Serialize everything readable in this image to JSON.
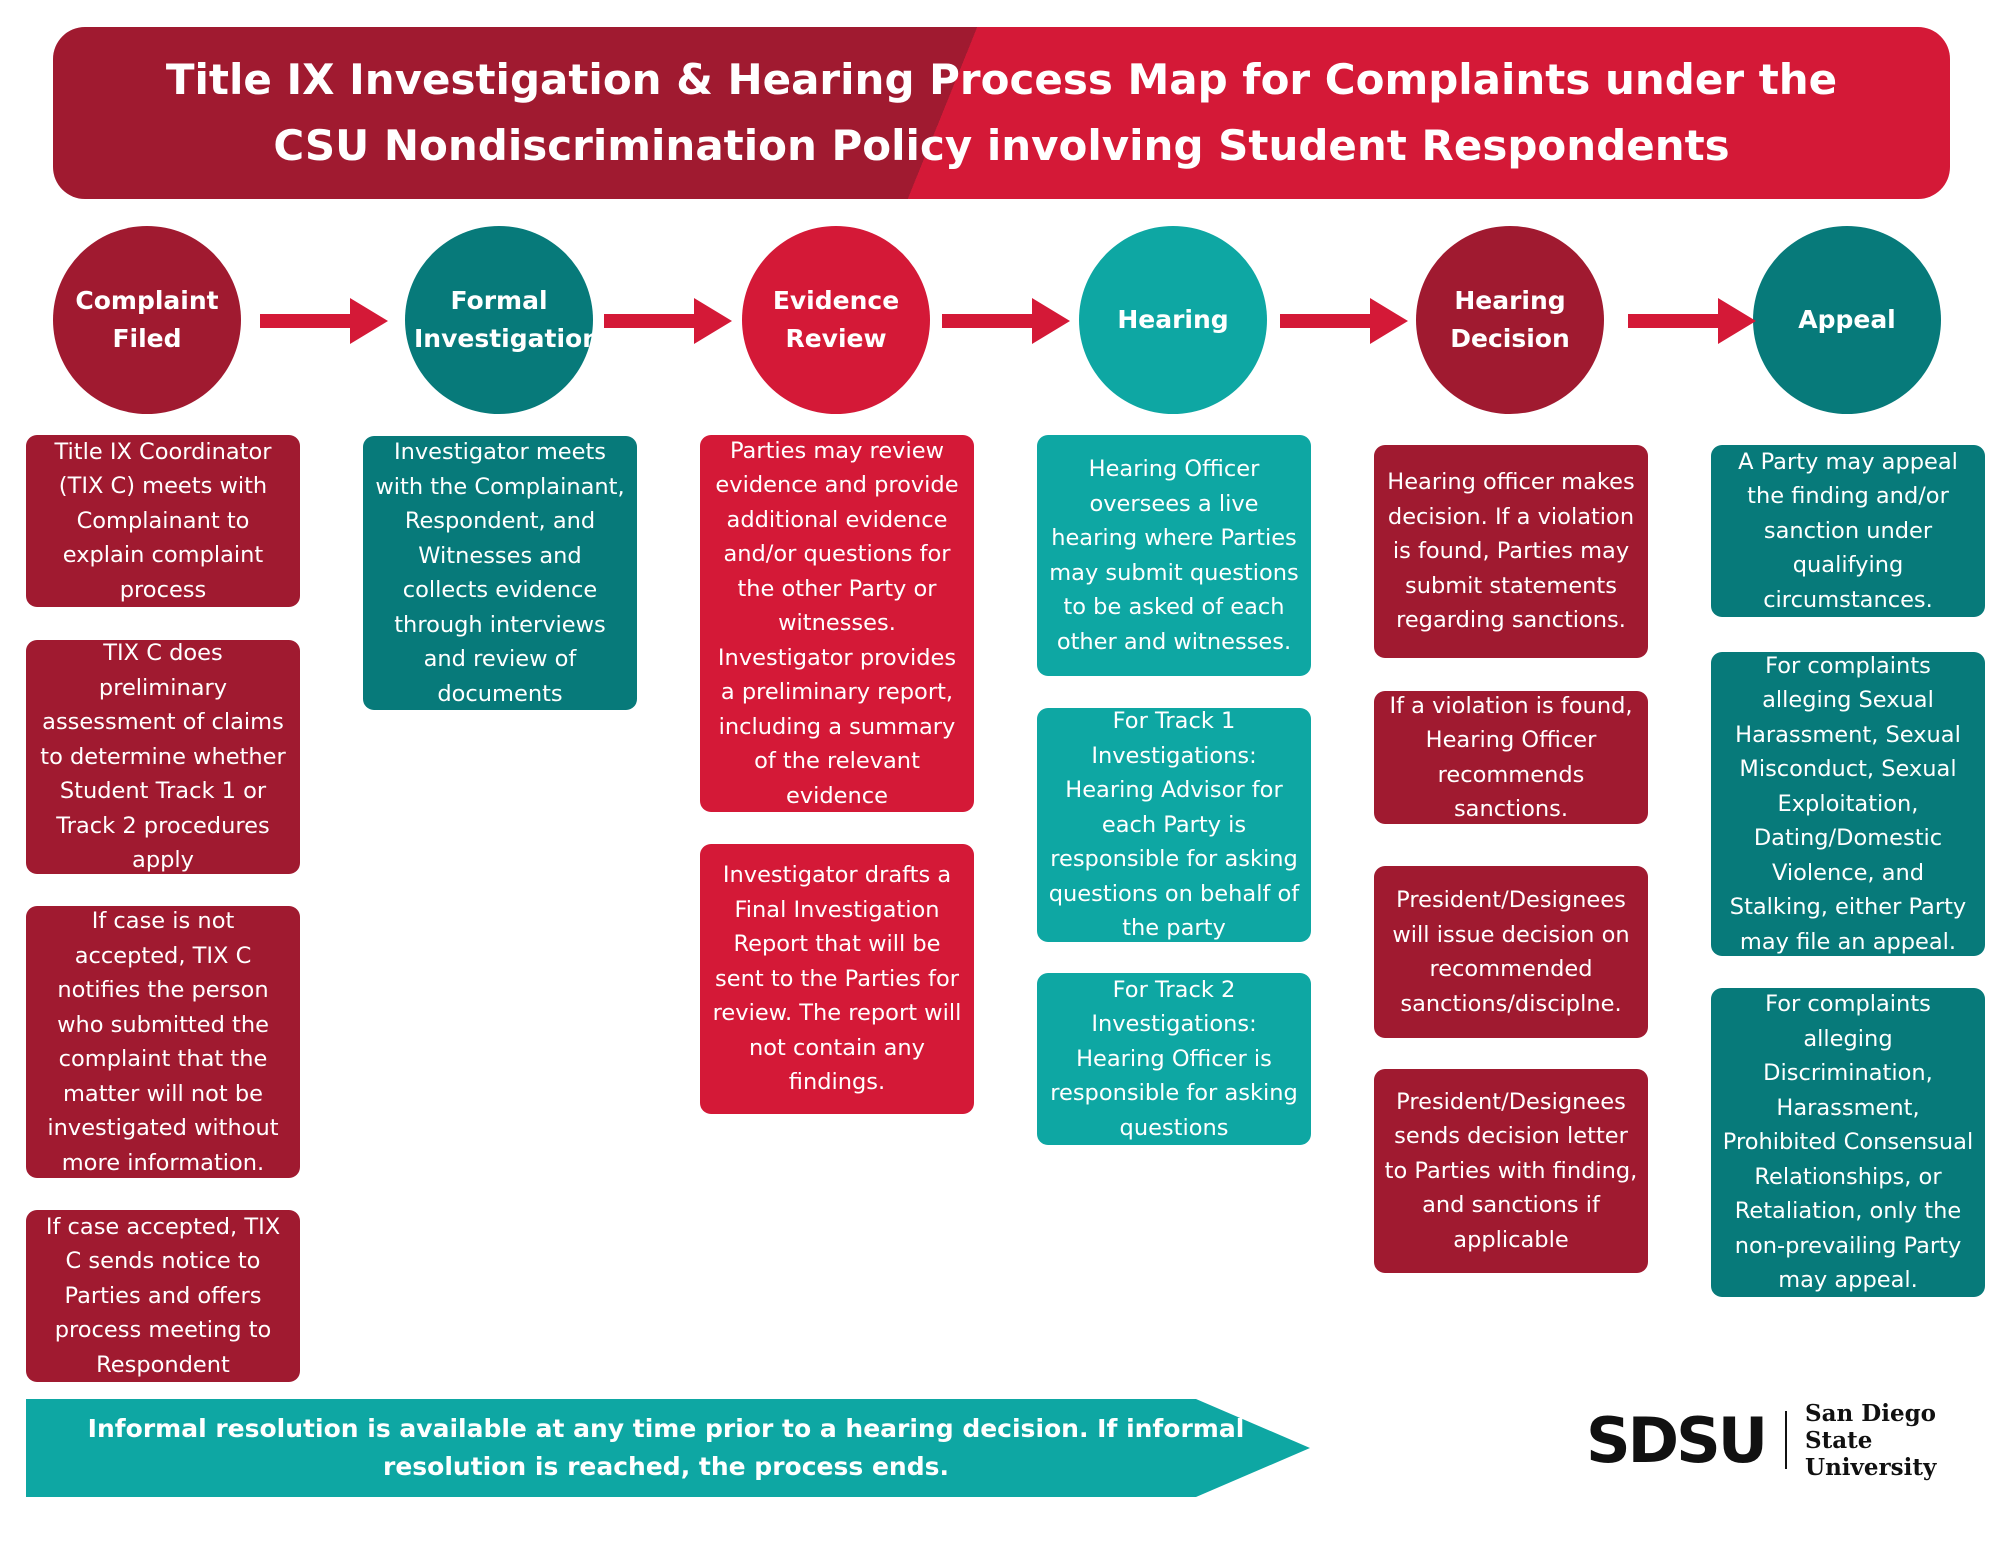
{
  "title": "Title IX Investigation & Hearing Process Map for Complaints under the CSU Nondiscrimination Policy involving Student Respondents",
  "colors": {
    "dark_red": "#a01a30",
    "red": "#d41937",
    "dark_teal": "#077a7a",
    "teal": "#0ea7a3",
    "arrow": "#d41937"
  },
  "steps": [
    {
      "label": "Complaint Filed"
    },
    {
      "label": "Formal Investigation"
    },
    {
      "label": "Evidence Review"
    },
    {
      "label": "Hearing"
    },
    {
      "label": "Hearing Decision"
    },
    {
      "label": "Appeal"
    }
  ],
  "complaint_filed": [
    "Title IX Coordinator (TIX C) meets with Complainant to explain complaint process",
    "TIX C does preliminary assessment of claims to determine whether Student Track 1 or Track 2 procedures apply",
    "If case is not accepted, TIX C notifies the person who submitted the complaint that the matter  will not be investigated without more information.",
    "If case accepted, TIX C sends notice to Parties and offers process meeting to Respondent"
  ],
  "formal_investigation": [
    "Investigator meets with the Complainant, Respondent, and Witnesses and collects evidence through interviews and review of documents"
  ],
  "evidence_review": [
    "Parties may review evidence and provide additional evidence and/or questions for the other Party or witnesses. Investigator provides a preliminary report, including a summary of the relevant evidence",
    "Investigator drafts a Final Investigation Report that will be sent to the Parties for review. The report will not contain any findings."
  ],
  "hearing": [
    "Hearing Officer oversees a live hearing where Parties may submit questions to be asked of each other and witnesses.",
    "For Track 1 Investigations: Hearing Advisor for each Party is responsible for asking questions on behalf of the party",
    "For Track 2 Investigations: Hearing Officer is responsible for asking questions"
  ],
  "hearing_decision": [
    "Hearing officer makes decision. If a violation is found, Parties may submit statements regarding sanctions.",
    "If a violation is found, Hearing Officer recommends sanctions.",
    "President/Designees will issue decision on recommended sanctions/disciplne.",
    "President/Designees sends decision letter to Parties with finding, and sanctions if applicable"
  ],
  "appeal": [
    "A Party may appeal the finding and/or sanction under qualifying circumstances.",
    "For complaints alleging Sexual Harassment, Sexual Misconduct, Sexual Exploitation, Dating/Domestic Violence, and Stalking, either Party may file an appeal.",
    "For complaints alleging Discrimination, Harassment, Prohibited Consensual Relationships, or Retaliation, only the non-prevailing Party may appeal."
  ],
  "informal_note": "Informal resolution is available at any time prior to a hearing decision. If informal resolution is reached, the process ends.",
  "logo": {
    "mark": "SDSU",
    "name_line1": "San Diego State",
    "name_line2": "University"
  }
}
